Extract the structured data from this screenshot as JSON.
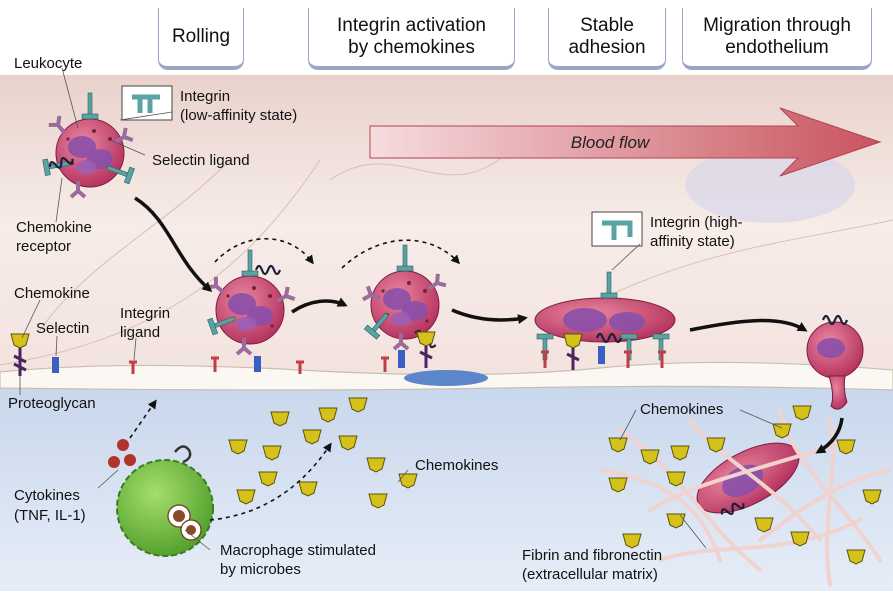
{
  "stages": [
    {
      "id": "rolling",
      "label": "Rolling"
    },
    {
      "id": "activation",
      "label": "Integrin activation\nby chemokines"
    },
    {
      "id": "adhesion",
      "label": "Stable\nadhesion"
    },
    {
      "id": "migration",
      "label": "Migration through\nendothelium"
    }
  ],
  "labels": {
    "leukocyte": "Leukocyte",
    "integrin_low_1": "Integrin",
    "integrin_low_2": "(low-affinity state)",
    "selectin_ligand": "Selectin ligand",
    "chemokine_receptor_1": "Chemokine",
    "chemokine_receptor_2": "receptor",
    "chemokine": "Chemokine",
    "selectin": "Selectin",
    "integrin_ligand_1": "Integrin",
    "integrin_ligand_2": "ligand",
    "proteoglycan": "Proteoglycan",
    "cytokines_1": "Cytokines",
    "cytokines_2": "(TNF, IL-1)",
    "macrophage_1": "Macrophage stimulated",
    "macrophage_2": "by microbes",
    "chemokines_center": "Chemokines",
    "chemokines_right": "Chemokines",
    "integrin_high_1": "Integrin (high-",
    "integrin_high_2": "affinity state)",
    "fibrin_1": "Fibrin and fibronectin",
    "fibrin_2": "(extracellular matrix)",
    "blood_flow": "Blood flow"
  },
  "colors": {
    "vessel": "#f3e3df",
    "tissue": "#d5e1f1",
    "leukocyte": "#c23d6a",
    "nucleus": "#8a4fa8",
    "integrin": "#5aa3a3",
    "selectin_ligand": "#c9a7c9",
    "chemokine": "#d4c21a",
    "macrophage": "#6fbf3a",
    "arrow": "#c9545e",
    "fibrin": "#f0d3cf"
  }
}
